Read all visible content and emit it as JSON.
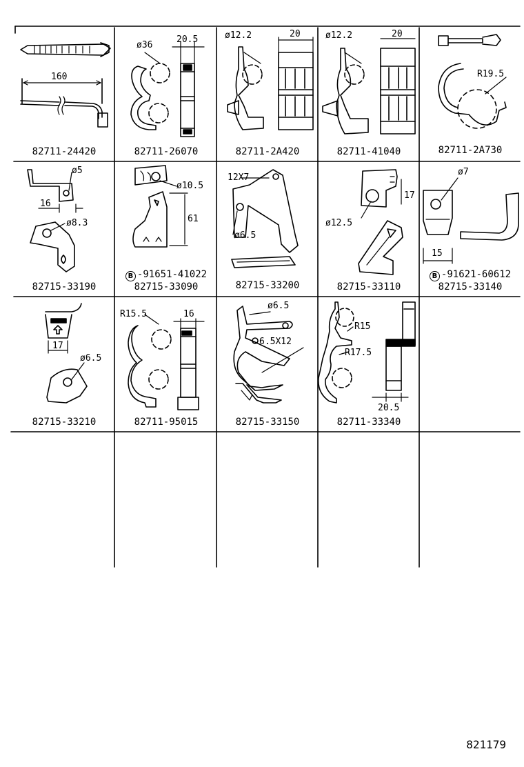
{
  "diagram_id": "821179",
  "cells": [
    {
      "part_no": "82711-24420",
      "dims": [
        "160"
      ]
    },
    {
      "part_no": "82711-26070",
      "dims": [
        "ø36",
        "20.5"
      ]
    },
    {
      "part_no": "82711-2A420",
      "dims": [
        "ø12.2",
        "20"
      ]
    },
    {
      "part_no": "82711-41040",
      "dims": [
        "ø12.2",
        "20"
      ]
    },
    {
      "part_no": "82711-2A730",
      "dims": [
        "R19.5"
      ]
    },
    {
      "part_no": "82715-33190",
      "dims": [
        "ø5",
        "16",
        "ø8.3"
      ]
    },
    {
      "part_no": "82715-33090",
      "note_badge": "B",
      "note": "-91651-41022",
      "dims": [
        "ø10.5",
        "61"
      ]
    },
    {
      "part_no": "82715-33200",
      "dims": [
        "12X7",
        "ø6.5"
      ]
    },
    {
      "part_no": "82715-33110",
      "dims": [
        "17",
        "ø12.5"
      ]
    },
    {
      "part_no": "82715-33140",
      "note_badge": "B",
      "note": "-91621-60612",
      "dims": [
        "ø7",
        "15"
      ]
    },
    {
      "part_no": "82715-33210",
      "dims": [
        "17",
        "ø6.5"
      ]
    },
    {
      "part_no": "82711-95015",
      "dims": [
        "R15.5",
        "16"
      ]
    },
    {
      "part_no": "82715-33150",
      "dims": [
        "ø6.5",
        "6.5X12"
      ]
    },
    {
      "part_no": "82711-33340",
      "dims": [
        "R15",
        "R17.5",
        "20.5"
      ]
    }
  ]
}
